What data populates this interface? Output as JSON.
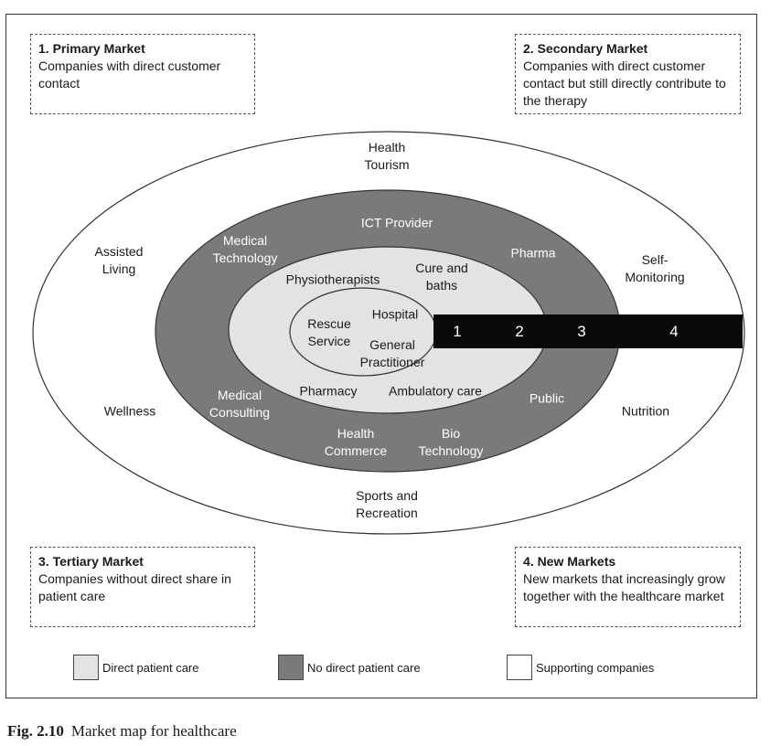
{
  "boxes": [
    {
      "title": "1. Primary Market",
      "text": "Companies with direct customer contact"
    },
    {
      "title": "2. Secondary Market",
      "text": "Companies with direct customer contact but still directly contribute to the therapy"
    },
    {
      "title": "3. Tertiary Market",
      "text": "Companies without direct share in patient care"
    },
    {
      "title": "4. New Markets",
      "text": "New markets that increasingly grow together with the healthcare market"
    }
  ],
  "outer_ring": [
    "Health\nTourism",
    "Assisted\nLiving",
    "Self-\nMonitoring",
    "Wellness",
    "Nutrition",
    "Sports and\nRecreation"
  ],
  "middle_ring": [
    "ICT Provider",
    "Medical\nTechnology",
    "Pharma",
    "Medical\nConsulting",
    "Public",
    "Health\nCommerce",
    "Bio\nTechnology"
  ],
  "inner_ring": [
    "Physiotherapists",
    "Cure and\nbaths",
    "Hospital",
    "Rescue\nService",
    "General\nPractitioner",
    "Pharmacy",
    "Ambulatory care"
  ],
  "bar_numbers": [
    "1",
    "2",
    "3",
    "4"
  ],
  "legend": [
    {
      "label": "Direct patient care",
      "color": "#e3e3e3"
    },
    {
      "label": "No direct patient care",
      "color": "#7a7a7a"
    },
    {
      "label": "Supporting companies",
      "color": "#ffffff"
    }
  ],
  "caption": {
    "fig": "Fig. 2.10",
    "text": "Market map for healthcare"
  }
}
